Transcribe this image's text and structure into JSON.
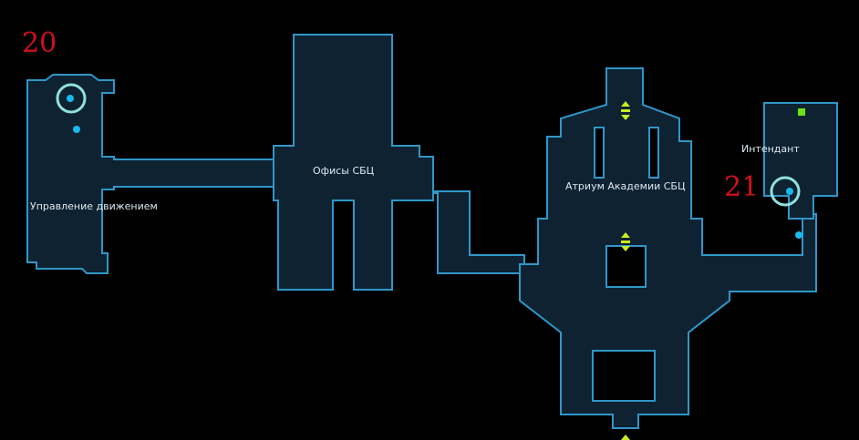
{
  "markers": [
    {
      "number": "20"
    },
    {
      "number": "21"
    }
  ],
  "rooms": {
    "traffic_control": "Управление движением",
    "offices": "Офисы СБЦ",
    "atrium": "Атриум Академии СБЦ",
    "quartermaster": "Интендант"
  },
  "colors": {
    "fill": "#0e2231",
    "wall": "#2f97c8",
    "marker": "#d0101c",
    "elevator": "#c8ee20"
  }
}
